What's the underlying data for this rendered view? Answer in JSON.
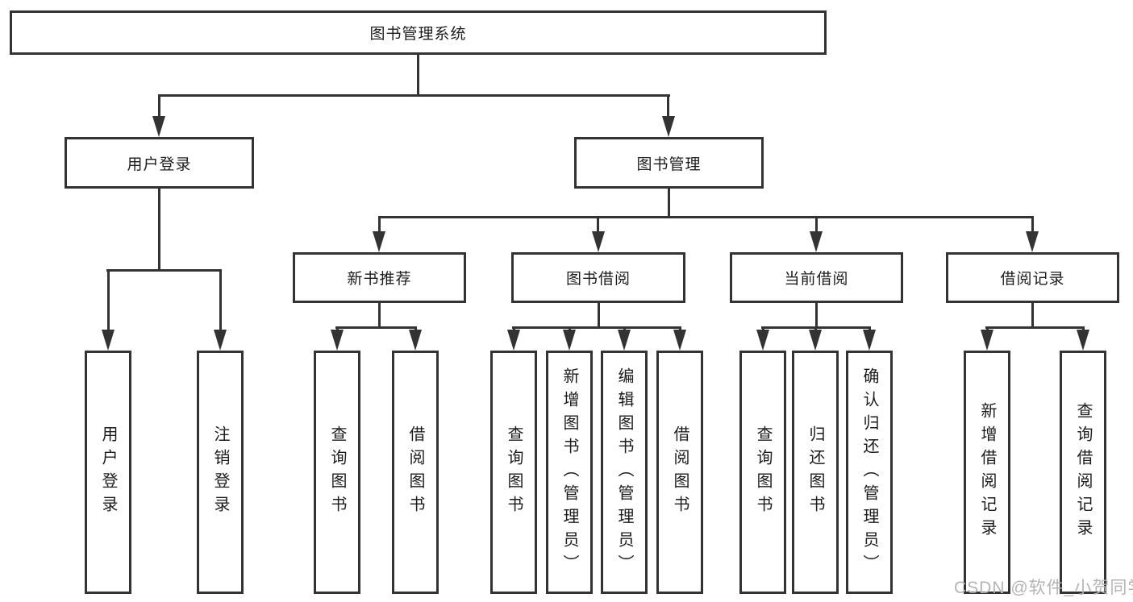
{
  "tree": {
    "root": {
      "label": "图书管理系统",
      "children": [
        {
          "label": "用户登录",
          "children": [
            {
              "label": "用户登录"
            },
            {
              "label": "注销登录"
            }
          ]
        },
        {
          "label": "图书管理",
          "children": [
            {
              "label": "新书推荐",
              "children": [
                {
                  "label": "查询图书"
                },
                {
                  "label": "借阅图书"
                }
              ]
            },
            {
              "label": "图书借阅",
              "children": [
                {
                  "label": "查询图书"
                },
                {
                  "label": "新增图书（管理员）"
                },
                {
                  "label": "编辑图书（管理员）"
                },
                {
                  "label": "借阅图书"
                }
              ]
            },
            {
              "label": "当前借阅",
              "children": [
                {
                  "label": "查询图书"
                },
                {
                  "label": "归还图书"
                },
                {
                  "label": "确认归还（管理员）"
                }
              ]
            },
            {
              "label": "借阅记录",
              "children": [
                {
                  "label": "新增借阅记录"
                },
                {
                  "label": "查询借阅记录"
                }
              ]
            }
          ]
        }
      ]
    }
  },
  "watermark": {
    "text": "CSDN @软件_小贺同学"
  },
  "colors": {
    "line": "#333333",
    "background": "#ffffff",
    "text": "#1c1c1c",
    "watermark": "#b4b4b4"
  }
}
